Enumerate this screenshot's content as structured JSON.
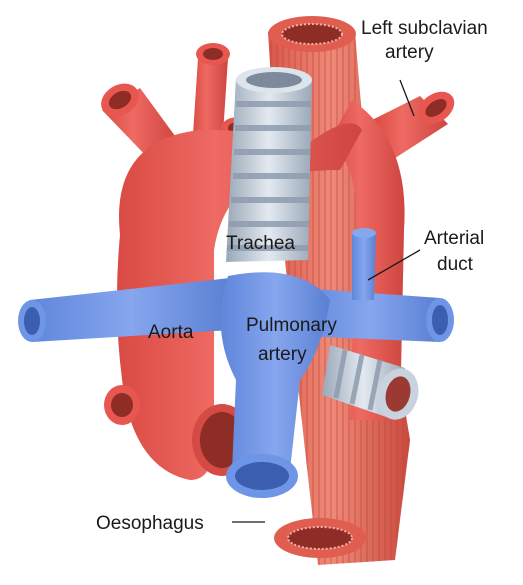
{
  "labels": {
    "left_subclavian_line1": "Left subclavian",
    "left_subclavian_line2": "artery",
    "trachea": "Trachea",
    "arterial_duct_line1": "Arterial",
    "arterial_duct_line2": "duct",
    "aorta": "Aorta",
    "pulmonary_line1": "Pulmonary",
    "pulmonary_line2": "artery",
    "oesophagus": "Oesophagus"
  },
  "colors": {
    "aorta": "#e8574f",
    "aorta_dark": "#b93a35",
    "pulmonary": "#6f95e6",
    "pulmonary_dark": "#4a6fc2",
    "oesophagus": "#e66a58",
    "oesophagus_stripe": "#c94f40",
    "trachea": "#c9d3df",
    "trachea_ring": "#8e9cae"
  }
}
